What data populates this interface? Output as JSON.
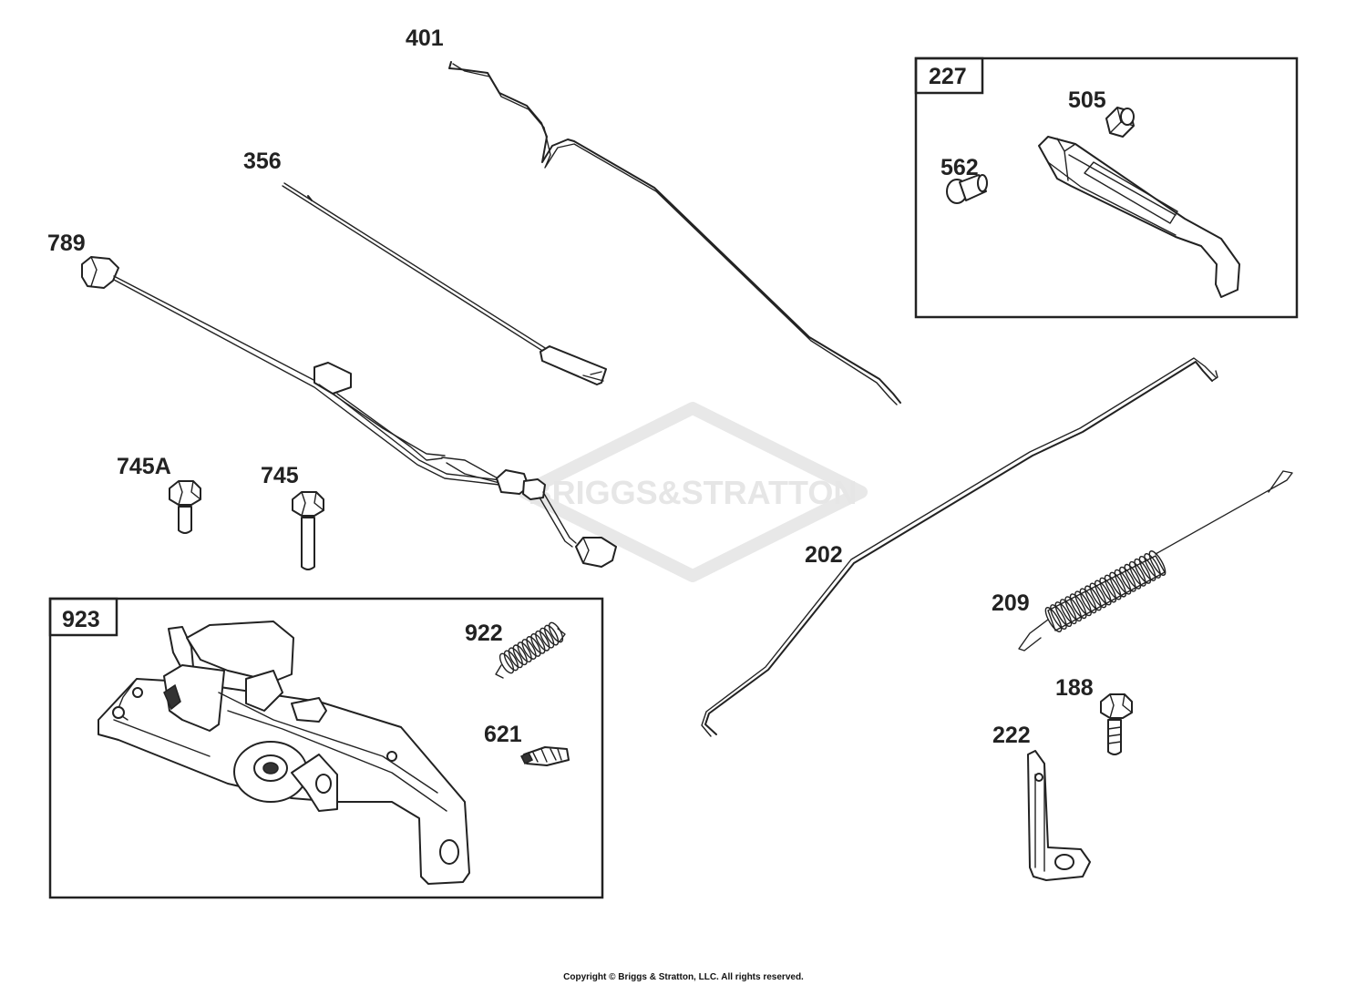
{
  "watermark": {
    "brand": "BRIGGS&STRATTON"
  },
  "copyright": "Copyright © Briggs & Stratton, LLC. All rights reserved.",
  "parts": [
    {
      "number": "401"
    },
    {
      "number": "356"
    },
    {
      "number": "789"
    },
    {
      "number": "745A"
    },
    {
      "number": "745"
    },
    {
      "number": "227"
    },
    {
      "number": "505"
    },
    {
      "number": "562"
    },
    {
      "number": "202"
    },
    {
      "number": "209"
    },
    {
      "number": "188"
    },
    {
      "number": "222"
    },
    {
      "number": "923"
    },
    {
      "number": "922"
    },
    {
      "number": "621"
    }
  ]
}
